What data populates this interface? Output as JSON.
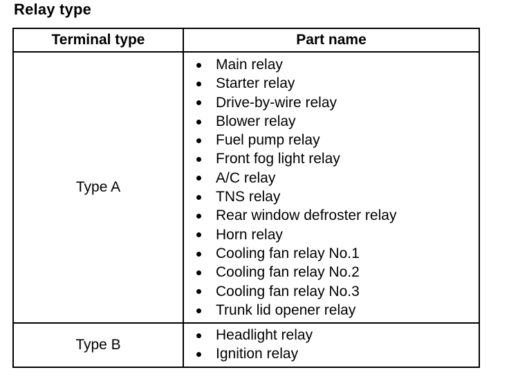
{
  "title": "Relay type",
  "table": {
    "headers": [
      "Terminal type",
      "Part name"
    ],
    "rows": [
      {
        "terminal_type": "Type A",
        "parts": [
          "Main relay",
          "Starter relay",
          "Drive-by-wire relay",
          "Blower relay",
          "Fuel pump relay",
          "Front fog light relay",
          "A/C relay",
          "TNS relay",
          "Rear window defroster relay",
          "Horn relay",
          "Cooling fan relay No.1",
          "Cooling fan relay No.2",
          "Cooling fan relay No.3",
          "Trunk lid opener relay"
        ]
      },
      {
        "terminal_type": "Type B",
        "parts": [
          "Headlight relay",
          "Ignition relay"
        ]
      }
    ]
  }
}
